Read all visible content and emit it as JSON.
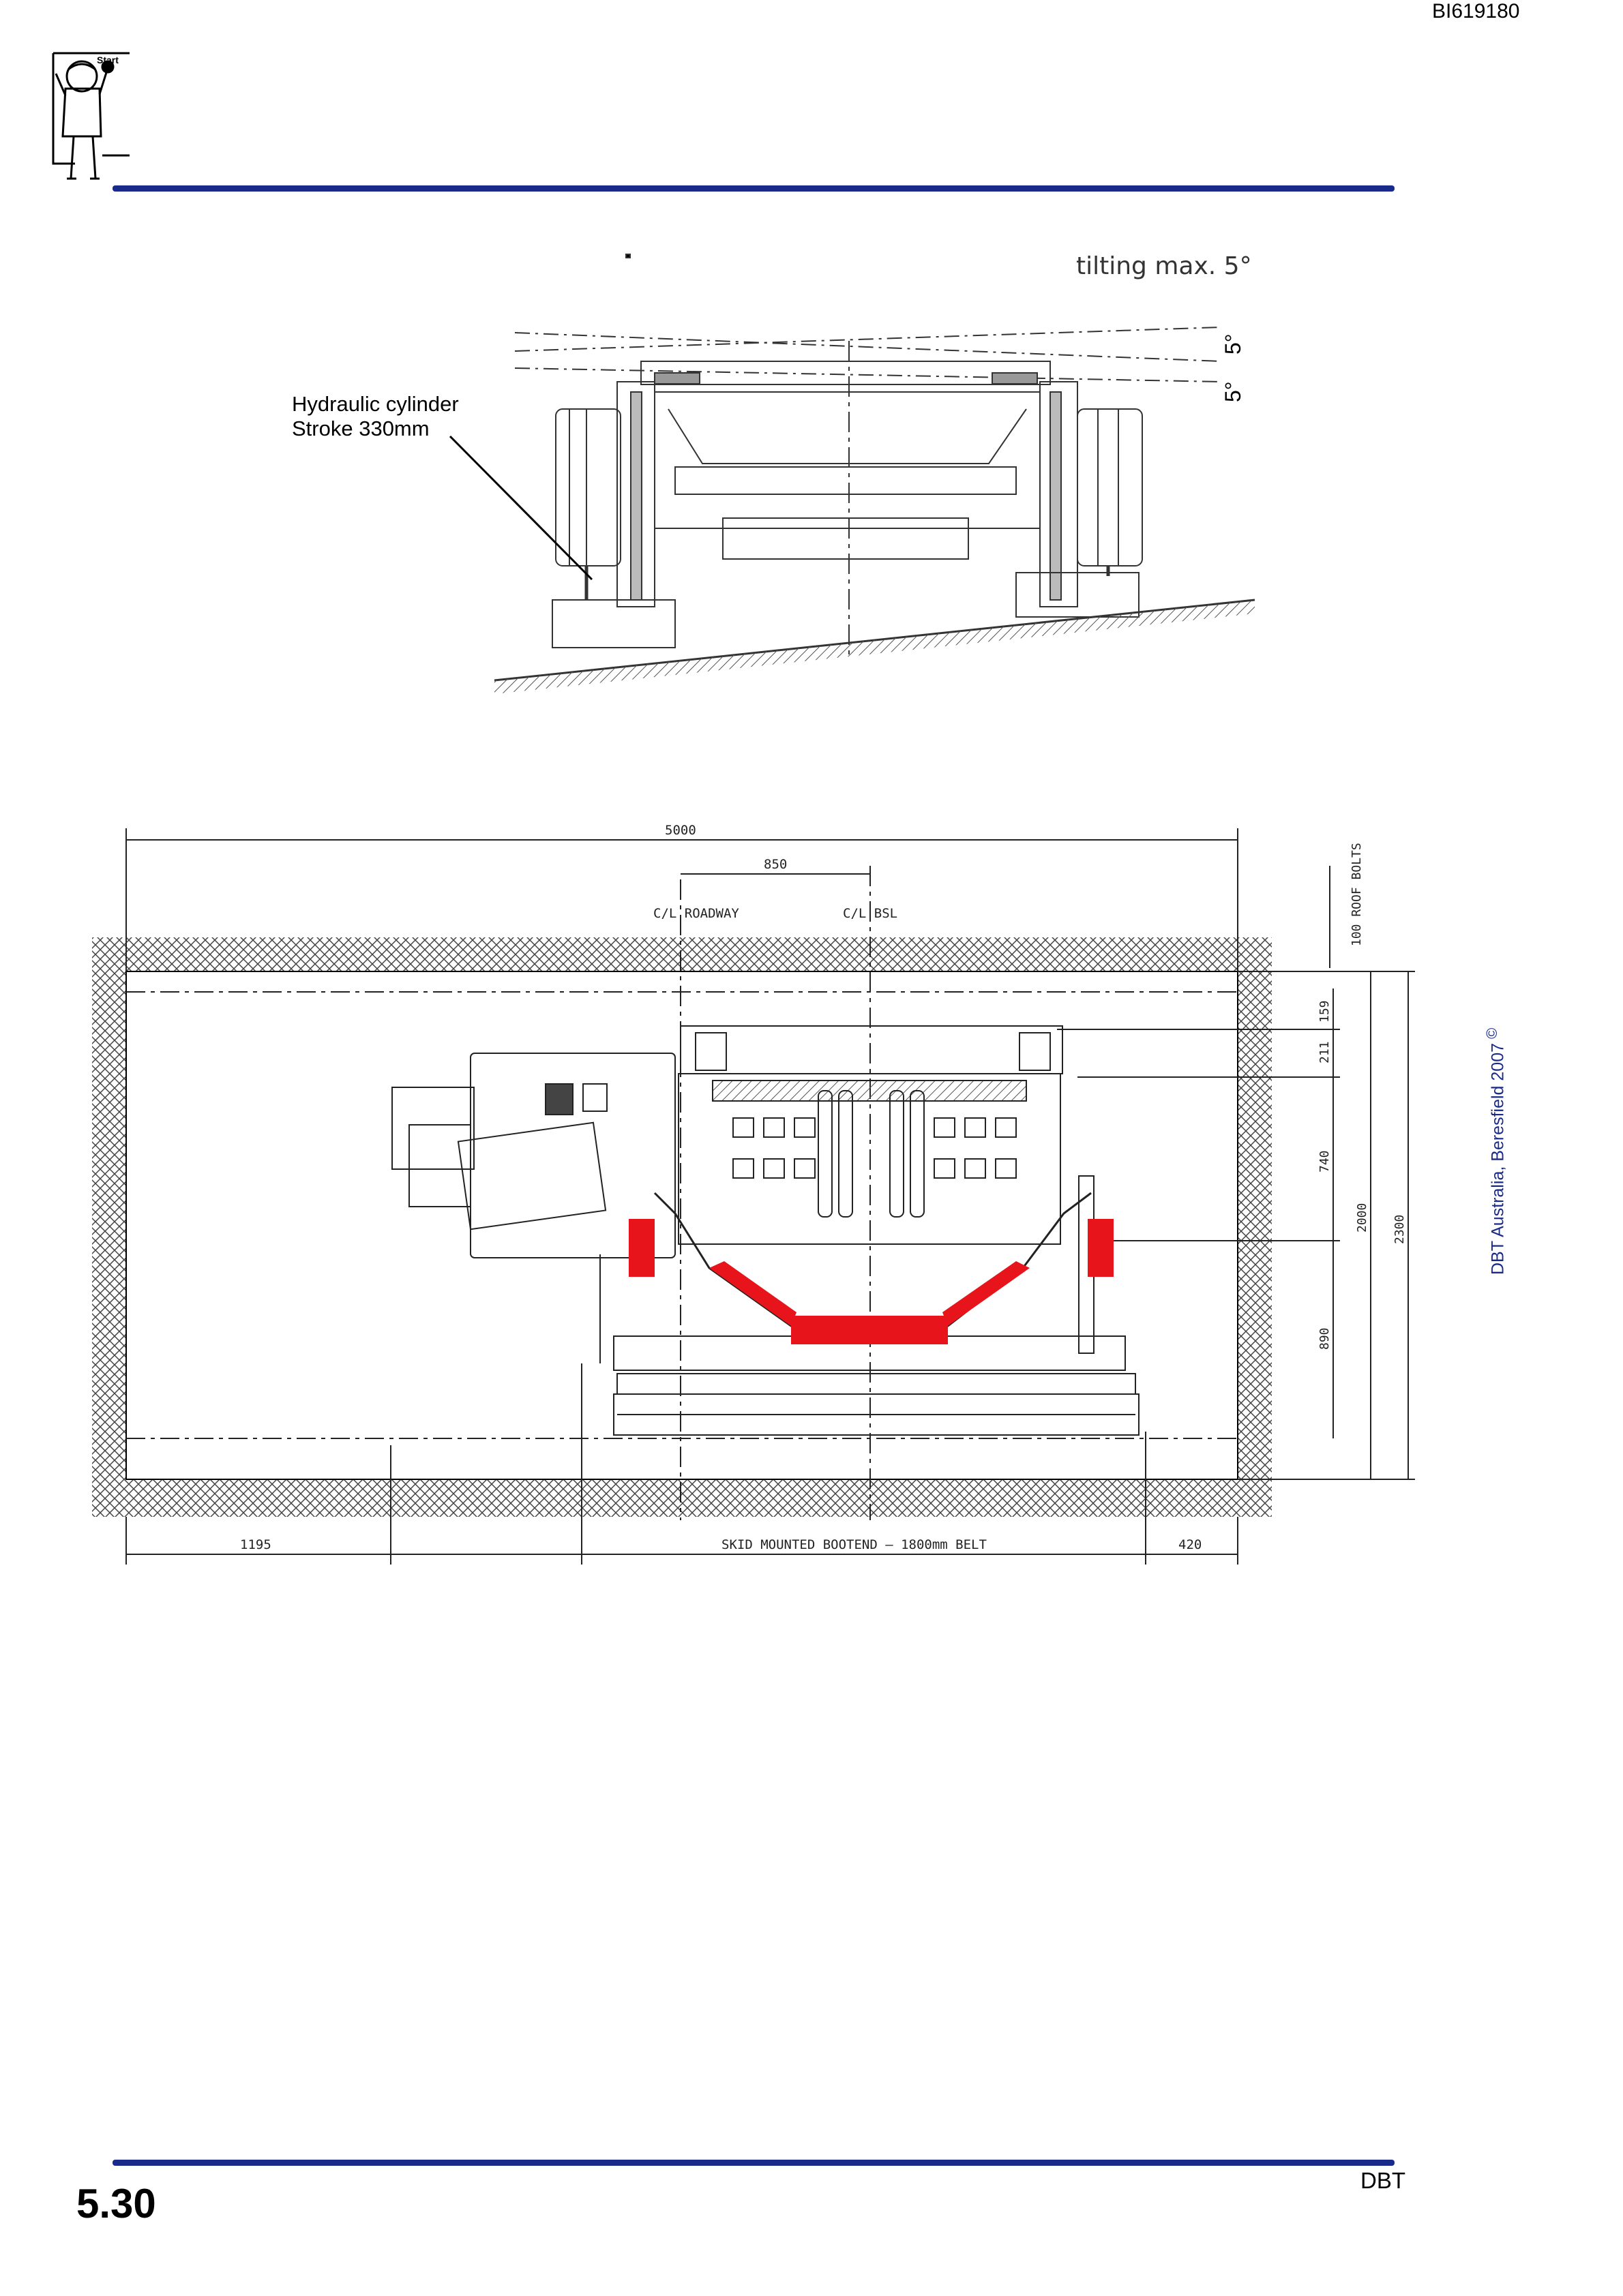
{
  "header": {
    "doc_id": "BI619180",
    "icon": "start-operator-icon",
    "icon_label": "Start"
  },
  "top_figure": {
    "tilt_label": "tilting max. 5°",
    "angle_top": "5°",
    "angle_bottom": "5°",
    "callout_line1": "Hydraulic cylinder",
    "callout_line2": "Stroke 330mm"
  },
  "bottom_figure": {
    "dim_total_width": "5000",
    "dim_offset": "850",
    "cl_roadway": "C/L ROADWAY",
    "cl_bsl": "C/L BSL",
    "dim_left": "1195",
    "dim_center_label": "SKID MOUNTED BOOTEND — 1800mm BELT",
    "dim_right": "420",
    "v_roof_bolts": "100 ROOF BOLTS",
    "v_159": "159",
    "v_211": "211",
    "v_740": "740",
    "v_890": "890",
    "v_2000": "2000",
    "v_2300": "2300",
    "highlight_color": "#e8141b"
  },
  "sidebar": {
    "copyright": "DBT Australia, Beresfield 2007",
    "copyright_symbol": "©"
  },
  "footer": {
    "page_number": "5.30",
    "brand": "DBT"
  }
}
